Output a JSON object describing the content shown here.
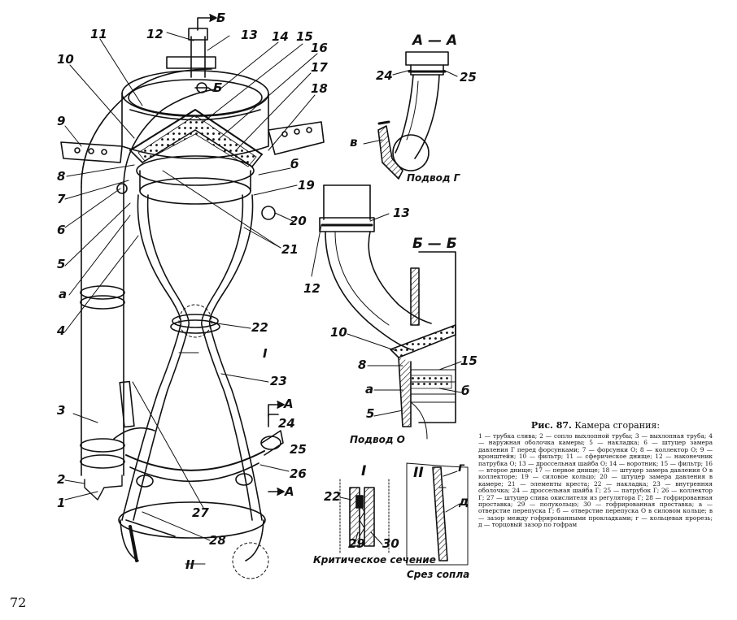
{
  "page": {
    "number": "72"
  },
  "figure": {
    "label": "Рис. 87.",
    "title": "Камера сгорания:",
    "legend": "1 — трубка слива; 2 — сопло выхлопной трубы; 3 — выхлопная труба; 4 — наружная оболочка камеры; 5 — накладка; 6 — штуцер замера давления Г перед форсунками; 7 — форсунки О; 8 — коллектор О; 9 — кронштейн; 10 — фильтр; 11 — сферическое днище; 12 — наконечник патрубка О; 13 — дроссельная шайба О; 14 — воротник; 15 — фильтр; 16 — второе днище; 17 — первое днище; 18 — штуцер замера давления О в коллекторе; 19 — силовое кольцо; 20 — штуцер замера давления в камере; 21 — элементы креста; 22 — накладка; 23 — внутренняя оболочка; 24 — дроссельная шайба Г; 25 — патрубок Г; 26 — коллектор Г; 27 — штуцер слива окислителя из регулятора Г; 28 — гофрированная проставка; 29 — полукольцо; 30 — гофрированная проставка; а — отверстие перепуска Г; б — отверстие перепуска О в силовом кольце; в — зазор между гофрированными прокладками; г — кольцевая прорезь; д — торцовый зазор по гофрам"
  },
  "section_titles": {
    "aa": "А — А",
    "bb": "Б — Б",
    "one": "I",
    "two": "II"
  },
  "subcaptions": {
    "supply_g": "Подвод Г",
    "supply_o": "Подвод О",
    "critical": "Критическое сечение",
    "nozzle_cut": "Срез сопла"
  },
  "main_callouts": {
    "n1": "1",
    "n2": "2",
    "n3": "3",
    "n4": "4",
    "n5": "5",
    "n6": "6",
    "n7": "7",
    "n8": "8",
    "n9": "9",
    "n10": "10",
    "n11": "11",
    "n12": "12",
    "n13": "13",
    "n14": "14",
    "n15": "15",
    "n16": "16",
    "n17": "17",
    "n18": "18",
    "n19": "19",
    "n20": "20",
    "n21": "21",
    "n22": "22",
    "n23": "23",
    "n24": "24",
    "n25": "25",
    "n26": "26",
    "n27": "27",
    "n28": "28",
    "a": "а",
    "b": "б",
    "sec_b": "Б",
    "sec_b2": "Б",
    "sec_a": "А",
    "sec_a2": "А",
    "sec_1": "I",
    "sec_2": "II"
  },
  "detail_callouts": {
    "aa_24": "24",
    "aa_25": "25",
    "aa_v": "в",
    "bb_13": "13",
    "bb_12": "12",
    "bb_10": "10",
    "bb_8": "8",
    "bb_15": "15",
    "bb_a": "а",
    "bb_b": "б",
    "bb_5": "5",
    "one_22": "22",
    "one_29": "29",
    "one_30": "30",
    "two_g": "г",
    "two_d": "д"
  }
}
